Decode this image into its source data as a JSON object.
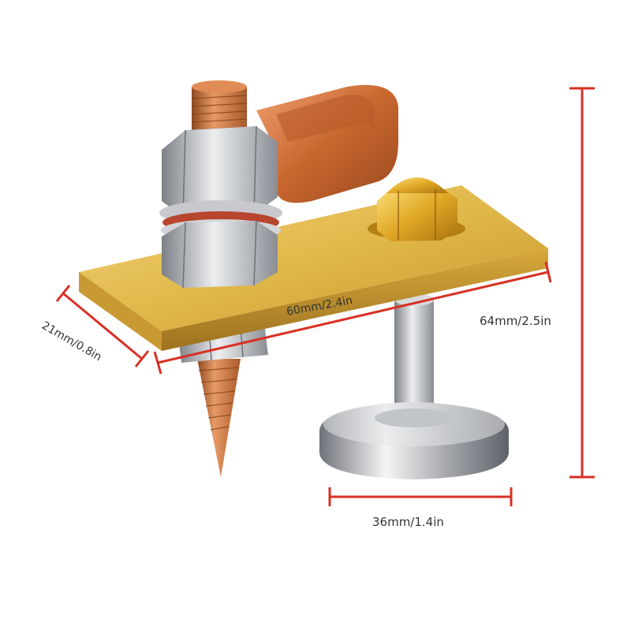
{
  "product": {
    "colors": {
      "dimension_line": "#d93025",
      "plate": "#e0b84a",
      "copper": "#c9743f",
      "steel": "#b9bcc1"
    }
  },
  "dimensions": {
    "length": "60mm/2.4in",
    "height": "64mm/2.5in",
    "depth": "21mm/0.8in",
    "base_diameter": "36mm/1.4in"
  }
}
